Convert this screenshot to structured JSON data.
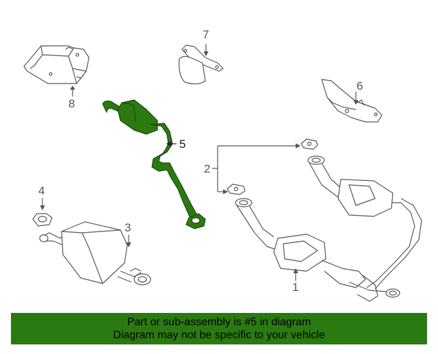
{
  "diagram": {
    "callouts": [
      {
        "id": "1",
        "label": "1"
      },
      {
        "id": "2",
        "label": "2"
      },
      {
        "id": "3",
        "label": "3"
      },
      {
        "id": "4",
        "label": "4"
      },
      {
        "id": "5",
        "label": "5"
      },
      {
        "id": "6",
        "label": "6"
      },
      {
        "id": "7",
        "label": "7"
      },
      {
        "id": "8",
        "label": "8"
      }
    ],
    "highlighted_part": "5",
    "colors": {
      "highlight_fill": "#2b7a11",
      "line_art": "#555555",
      "banner_bg": "#2b7a11"
    }
  },
  "banner": {
    "line1": "Part or sub-assembly is #5 in diagram",
    "line2": "Diagram may not be specific to your vehicle"
  }
}
